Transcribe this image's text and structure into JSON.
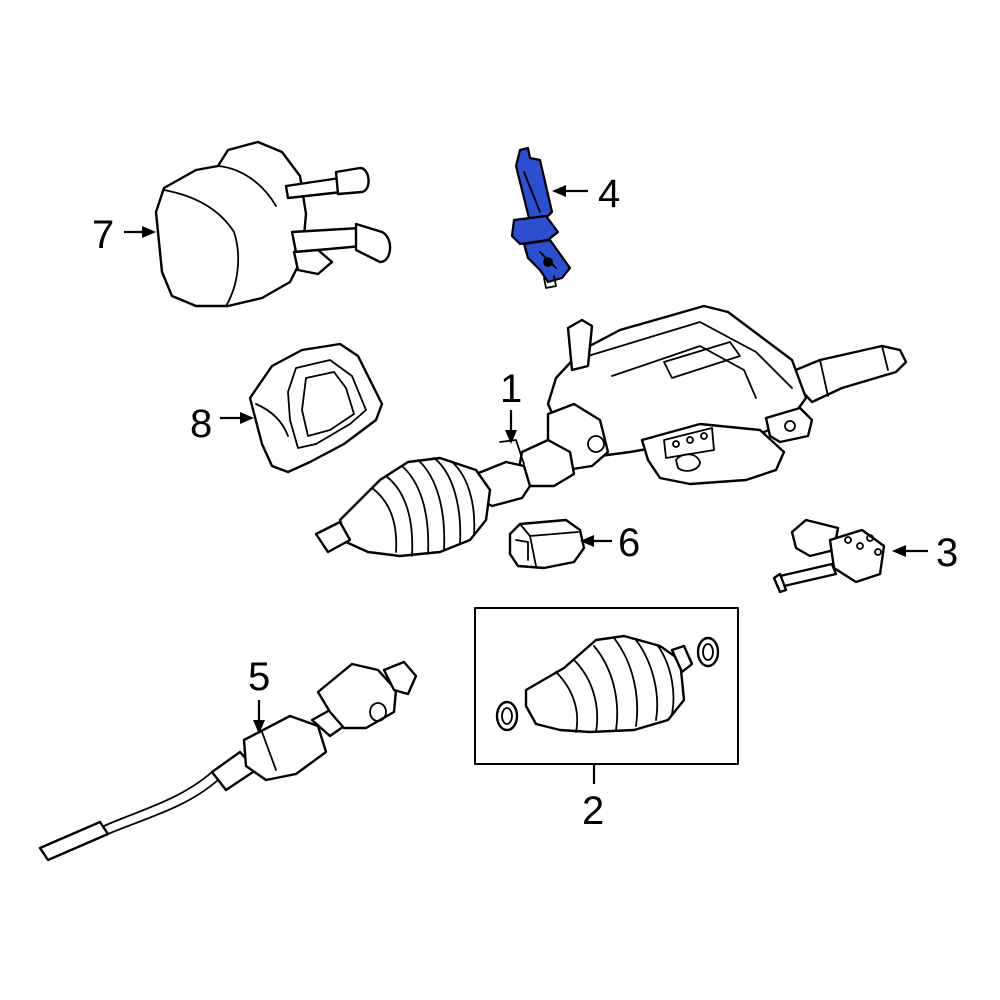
{
  "diagram": {
    "highlight_color": "#2b4fcf",
    "callouts": {
      "c1": "1",
      "c2": "2",
      "c3": "3",
      "c4": "4",
      "c5": "5",
      "c6": "6",
      "c7": "7",
      "c8": "8"
    }
  }
}
